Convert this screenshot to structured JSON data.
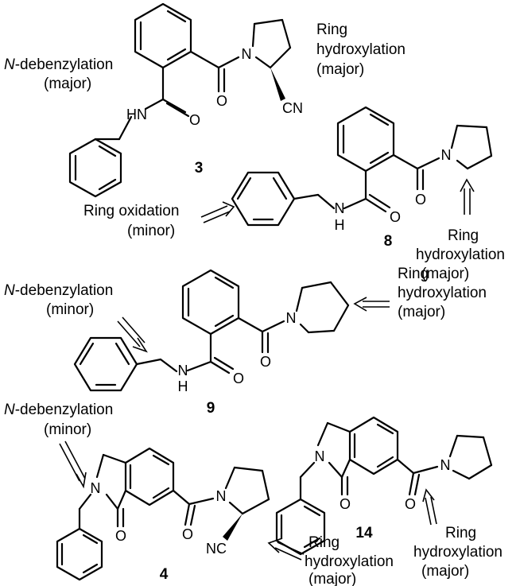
{
  "atoms": {
    "N": "N",
    "O": "O",
    "HN": "HN",
    "H": "H",
    "CN": "CN",
    "NC": "NC"
  },
  "compounds": {
    "c3": "3",
    "c8": "8",
    "c9": "9",
    "c14": "14",
    "c4": "4"
  },
  "labels": {
    "n_italic": "N",
    "debenzylation": "-debenzylation",
    "major": "(major)",
    "minor": "(minor)",
    "ring": "Ring",
    "hydroxylation": "hydroxylation",
    "ring_oxidation": "Ring oxidation"
  }
}
